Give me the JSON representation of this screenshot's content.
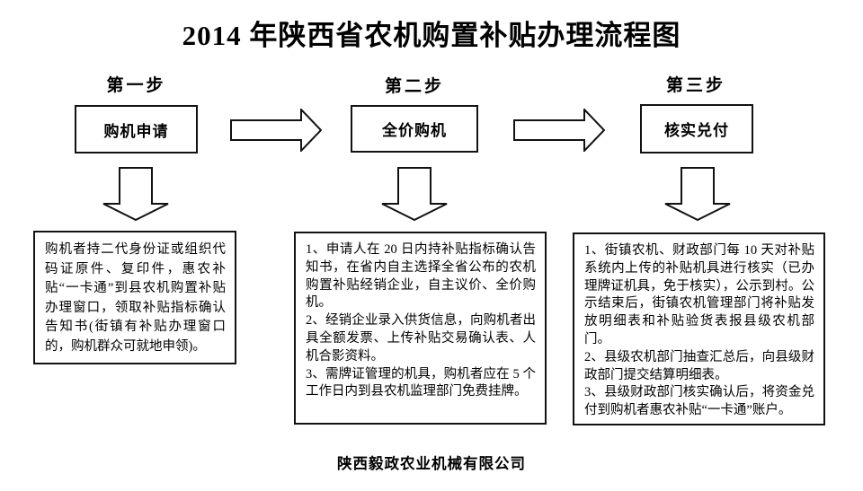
{
  "page": {
    "title": "2014 年陕西省农机购置补贴办理流程图",
    "footer": "陕西毅政农业机械有限公司"
  },
  "flow": {
    "steps": [
      {
        "step_label": "第一步",
        "box_label": "购机申请"
      },
      {
        "step_label": "第二步",
        "box_label": "全价购机"
      },
      {
        "step_label": "第三步",
        "box_label": "核实兑付"
      }
    ],
    "details": [
      {
        "paragraphs": [
          "购机者持二代身份证或组织代码证原件、复印件，惠农补贴“一卡通”到县农机购置补贴办理窗口，领取补贴指标确认告知书(街镇有补贴办理窗口的，购机群众可就地申领)。"
        ]
      },
      {
        "paragraphs": [
          "1、申请人在 20 日内持补贴指标确认告知书，在省内自主选择全省公布的农机购置补贴经销企业，自主议价、全价购机。",
          "2、经销企业录入供货信息，向购机者出具全额发票、上传补贴交易确认表、人机合影资料。",
          "3、需牌证管理的机具，购机者应在 5 个工作日内到县农机监理部门免费挂牌。"
        ]
      },
      {
        "paragraphs": [
          "1、街镇农机、财政部门每 10 天对补贴系统内上传的补贴机具进行核实（已办理牌证机具，免于核实），公示到村。公示结束后，街镇农机管理部门将补贴发放明细表和补贴验货表报县级农机部门。",
          "2、县级农机部门抽查汇总后，向县级财政部门提交结算明细表。",
          "3、县级财政部门核实确认后，将资金兑付到购机者惠农补贴“一卡通”账户。"
        ]
      }
    ]
  },
  "colors": {
    "ink": "#000000",
    "border": "#121212",
    "background": "#ffffff"
  }
}
